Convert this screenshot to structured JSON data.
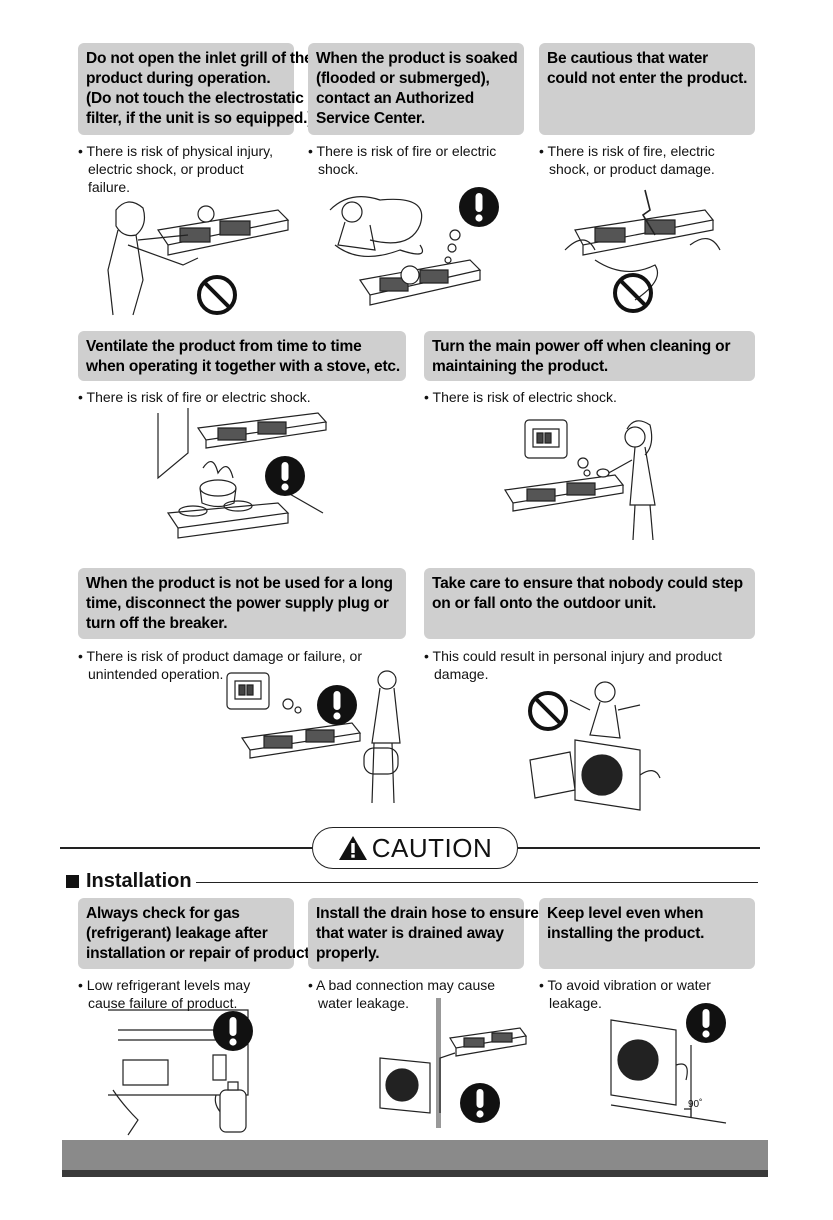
{
  "warnings": [
    {
      "heading": [
        "Do not open the inlet grill of the",
        "product during operation.",
        "(Do not touch the electrostatic",
        "filter, if the unit is so equipped.)"
      ],
      "bullet": [
        "• There is risk of physical injury,",
        "  electric shock, or product",
        "  failure."
      ],
      "icon": "prohibit-icon"
    },
    {
      "heading": [
        "When the product is soaked",
        "(flooded or submerged),",
        "contact an Authorized",
        "Service Center."
      ],
      "bullet": [
        "• There is risk of fire or electric",
        "  shock."
      ],
      "icon": "exclamation-icon"
    },
    {
      "heading": [
        "Be cautious that water",
        "could not enter the product."
      ],
      "bullet": [
        "• There is risk of fire, electric",
        "  shock, or product damage."
      ],
      "icon": "prohibit-icon"
    },
    {
      "heading": [
        "Ventilate the product from time to time",
        "when operating it together with a stove, etc."
      ],
      "bullet": [
        "• There is risk of fire or electric shock."
      ],
      "icon": "exclamation-icon"
    },
    {
      "heading": [
        "Turn the main power off when cleaning or",
        "maintaining the product."
      ],
      "bullet": [
        "• There is risk of electric shock."
      ],
      "icon": "exclamation-icon"
    },
    {
      "heading": [
        "When the product is not be used for a long",
        "time, disconnect the power supply plug or",
        "turn off the breaker."
      ],
      "bullet": [
        "• There is risk of product damage or failure, or",
        "  unintended operation."
      ],
      "icon": "exclamation-icon"
    },
    {
      "heading": [
        "Take care to ensure that nobody could step",
        "on or fall onto the outdoor unit."
      ],
      "bullet": [
        "• This could result in personal injury and product",
        "  damage."
      ],
      "icon": "prohibit-icon"
    }
  ],
  "caution": {
    "label": "CAUTION",
    "icon": "warning-triangle-icon"
  },
  "installation": {
    "title": "Installation",
    "items": [
      {
        "heading": [
          "Always check for gas",
          "(refrigerant) leakage after",
          "installation or repair of product."
        ],
        "bullet": [
          "• Low refrigerant levels may",
          "  cause failure of product."
        ],
        "icon": "exclamation-icon"
      },
      {
        "heading": [
          "Install the drain hose to ensure",
          "that water is drained away",
          "properly."
        ],
        "bullet": [
          "• A bad connection may cause",
          "  water leakage."
        ],
        "icon": "exclamation-icon"
      },
      {
        "heading": [
          "Keep level even when",
          "installing the product."
        ],
        "bullet": [
          "• To avoid vibration or water",
          "  leakage."
        ],
        "icon": "exclamation-icon",
        "angle_label": "90˚"
      }
    ]
  },
  "colors": {
    "heading_box": "#cfcfcf",
    "footer_bar": "#8a8a8a",
    "footer_dark": "#3a3a3a"
  }
}
